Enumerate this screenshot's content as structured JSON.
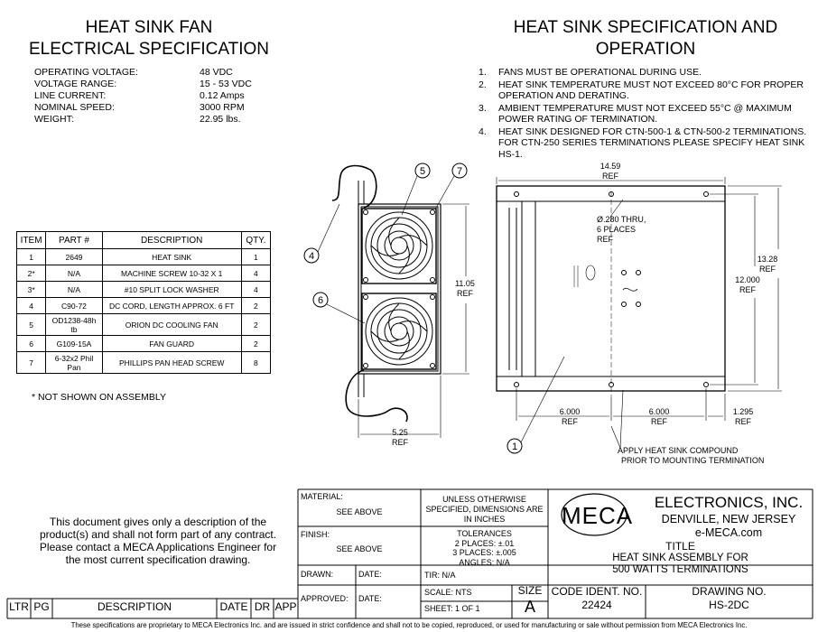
{
  "left_title": [
    "HEAT SINK FAN",
    "ELECTRICAL SPECIFICATION"
  ],
  "right_title": [
    "HEAT SINK SPECIFICATION AND",
    "OPERATION"
  ],
  "electrical_specs": [
    {
      "label": "OPERATING VOLTAGE:",
      "value": "48 VDC"
    },
    {
      "label": "VOLTAGE RANGE:",
      "value": "15 - 53 VDC"
    },
    {
      "label": "LINE CURRENT:",
      "value": "0.12 Amps"
    },
    {
      "label": "NOMINAL SPEED:",
      "value": "3000 RPM"
    },
    {
      "label": "WEIGHT:",
      "value": "22.95 lbs."
    }
  ],
  "operation_notes": [
    {
      "num": "1.",
      "text": "FANS MUST BE OPERATIONAL DURING USE."
    },
    {
      "num": "2.",
      "text": "HEAT SINK TEMPERATURE MUST NOT EXCEED 80°C FOR PROPER\nOPERATION AND DERATING."
    },
    {
      "num": "3.",
      "text": "AMBIENT TEMPERATURE MUST NOT EXCEED 55°C  @ MAXIMUM\nPOWER RATING OF TERMINATION."
    },
    {
      "num": "4.",
      "text": "HEAT SINK DESIGNED FOR CTN-500-1 & CTN-500-2 TERMINATIONS.\nFOR  CTN-250 SERIES TERMINATIONS PLEASE SPECIFY HEAT SINK\nHS-1."
    }
  ],
  "parts_table": {
    "headers": [
      "ITEM",
      "PART #",
      "DESCRIPTION",
      "QTY."
    ],
    "rows": [
      [
        "1",
        "2649",
        "HEAT SINK",
        "1"
      ],
      [
        "2*",
        "N/A",
        "MACHINE SCREW 10-32 X 1",
        "4"
      ],
      [
        "3*",
        "N/A",
        "#10 SPLIT LOCK WASHER",
        "4"
      ],
      [
        "4",
        "C90-72",
        "DC CORD, LENGTH APPROX. 6 FT",
        "2"
      ],
      [
        "5",
        "OD1238-48h tb",
        "ORION DC COOLING FAN",
        "2"
      ],
      [
        "6",
        "G109-15A",
        "FAN GUARD",
        "2"
      ],
      [
        "7",
        "6-32x2 Phil Pan",
        "PHILLIPS PAN HEAD SCREW",
        "8"
      ]
    ],
    "footnote": "* NOT SHOWN ON ASSEMBLY"
  },
  "drawing_labels": {
    "balloons": [
      "5",
      "7",
      "4",
      "6",
      "1"
    ],
    "dim_height_side": [
      "11.05",
      "REF"
    ],
    "dim_depth": [
      "5.25",
      "REF"
    ],
    "dim_width": [
      "14.59",
      "REF"
    ],
    "dim_height": [
      "13.28",
      "REF"
    ],
    "dim_inner_height": [
      "12.000",
      "REF"
    ],
    "hole_note": [
      "Ø.280 THRU,",
      "6 PLACES",
      "REF"
    ],
    "dim_bottom_1": [
      "6.000",
      "REF"
    ],
    "dim_bottom_2": [
      "6.000",
      "REF"
    ],
    "dim_bottom_3": [
      "1.295",
      "REF"
    ],
    "compound_note": [
      "APPLY HEAT SINK COMPOUND",
      "PRIOR TO MOUNTING TERMINATION"
    ]
  },
  "disclaimer": [
    "This document gives only a description of the",
    "product(s) and shall not form part of any contract.",
    "Please contact a MECA Applications Engineer for",
    "the most current specification drawing."
  ],
  "title_block": {
    "material_label": "MATERIAL:",
    "material_value": "SEE ABOVE",
    "finish_label": "FINISH:",
    "finish_value": "SEE ABOVE",
    "drawn_label": "DRAWN:",
    "date_label": "DATE:",
    "approved_label": "APPROVED:",
    "date_label_2": "DATE:",
    "tol_intro": [
      "UNLESS OTHERWISE",
      "SPECIFIED, DIMENSIONS ARE",
      "IN INCHES"
    ],
    "tolerances": [
      "TOLERANCES",
      "2 PLACES: ±.01",
      "3 PLACES: ±.005",
      "ANGLES: N/A"
    ],
    "tir": "TIR: N/A",
    "scale": "SCALE: NTS",
    "sheet": "SHEET: 1 OF 1",
    "size_label": "SIZE",
    "size_value": "A",
    "logo_text": "MECA",
    "company": "ELECTRONICS, INC.",
    "location": "DENVILLE, NEW JERSEY",
    "website": "e-MECA.com",
    "title_label": "TITLE",
    "title_lines": [
      "HEAT SINK ASSEMBLY FOR",
      "500 WATTS TERMINATIONS"
    ],
    "code_ident_label": "CODE IDENT. NO.",
    "code_ident_value": "22424",
    "drawing_no_label": "DRAWING NO.",
    "drawing_no_value": "HS-2DC"
  },
  "revision_headers": [
    "LTR",
    "PG",
    "DESCRIPTION",
    "DATE",
    "DR",
    "APP"
  ],
  "footer": "These specifications are proprietary to MECA Electronics Inc. and are  issued in strict confidence and shall not to be copied, reproduced, or used for manufacturing or sale without permission from MECA Electronics Inc."
}
